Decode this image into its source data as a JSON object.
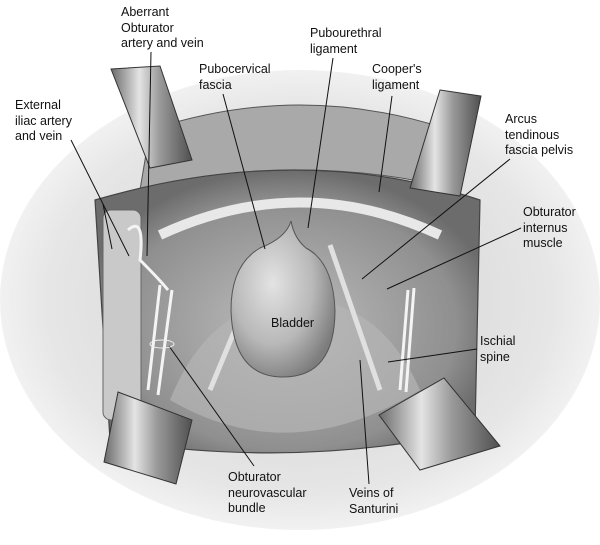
{
  "labels": {
    "aberrant_obturator": [
      "Aberrant",
      "Obturator",
      "artery and vein"
    ],
    "pubourethral": [
      "Pubourethral",
      "ligament"
    ],
    "pubocervical": [
      "Pubocervical",
      "fascia"
    ],
    "coopers": [
      "Cooper's",
      "ligament"
    ],
    "external_iliac": [
      "External",
      "iliac artery",
      "and vein"
    ],
    "arcus": [
      "Arcus",
      "tendinous",
      "fascia pelvis"
    ],
    "obturator_internus": [
      "Obturator",
      "internus",
      "muscle"
    ],
    "bladder": "Bladder",
    "ischial": [
      "Ischial",
      "spine"
    ],
    "obturator_bundle": [
      "Obturator",
      "neurovascular",
      "bundle"
    ],
    "santurini": [
      "Veins of",
      "Santurini"
    ]
  }
}
